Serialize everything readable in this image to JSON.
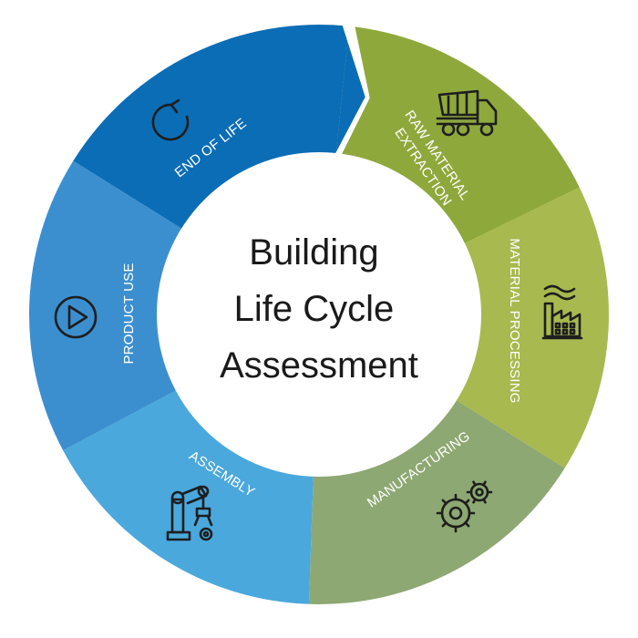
{
  "diagram": {
    "center_title_lines": [
      "Building",
      "Life Cycle",
      "Assessment"
    ],
    "segments": [
      {
        "id": "raw-material-extraction",
        "label_lines": [
          "RAW MATERIAL",
          "EXTRACTION"
        ],
        "color": "#8fa83c",
        "icon": "dump-truck-icon"
      },
      {
        "id": "material-processing",
        "label_lines": [
          "MATERIAL PROCESSING"
        ],
        "color": "#a8b94f",
        "icon": "factory-icon"
      },
      {
        "id": "manufacturing",
        "label_lines": [
          "MANUFACTURING"
        ],
        "color": "#8da872",
        "icon": "gears-icon"
      },
      {
        "id": "assembly",
        "label_lines": [
          "ASSEMBLY"
        ],
        "color": "#4aa8dc",
        "icon": "robot-arm-icon"
      },
      {
        "id": "product-use",
        "label_lines": [
          "PRODUCT USE"
        ],
        "color": "#3c8fcf",
        "icon": "play-button-icon"
      },
      {
        "id": "end-of-life",
        "label_lines": [
          "END OF LIFE"
        ],
        "color": "#0b6db5",
        "icon": "recycle-arrow-icon"
      }
    ]
  }
}
